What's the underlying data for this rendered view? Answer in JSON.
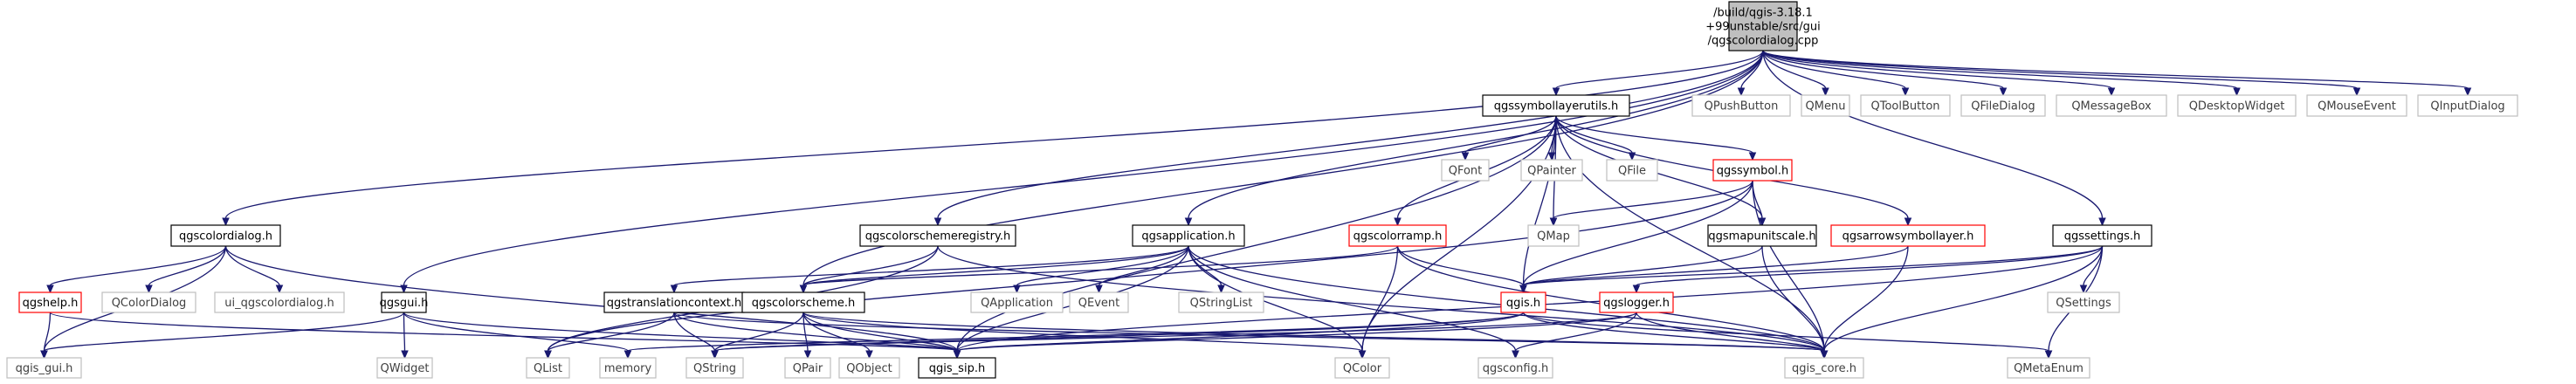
{
  "colors": {
    "edge": "#191970",
    "root_fill": "#bfbfbf",
    "border_black": "#000000",
    "border_red": "#ff0000",
    "border_gray": "#bfbfbf",
    "text_black": "#000000",
    "text_gray": "#404040"
  },
  "nodes": [
    {
      "id": "root",
      "lines": [
        "/build/qgis-3.18.1",
        "+99unstable/src/gui",
        "/qgscolordialog.cpp"
      ],
      "style": "root"
    },
    {
      "id": "qgscolordialog_h",
      "lines": [
        "qgscolordialog.h"
      ],
      "style": "black"
    },
    {
      "id": "qgsguih",
      "lines": [
        "qgsgui.h"
      ],
      "style": "black"
    },
    {
      "id": "qgscolorschemeregistry_h",
      "lines": [
        "qgscolorschemeregistry.h"
      ],
      "style": "black"
    },
    {
      "id": "qgsapplication_h",
      "lines": [
        "qgsapplication.h"
      ],
      "style": "black"
    },
    {
      "id": "qgssymbollayerutils_h",
      "lines": [
        "qgssymbollayerutils.h"
      ],
      "style": "black"
    },
    {
      "id": "QPushButton",
      "lines": [
        "QPushButton"
      ],
      "style": "gray"
    },
    {
      "id": "QMenu",
      "lines": [
        "QMenu"
      ],
      "style": "gray"
    },
    {
      "id": "QToolButton",
      "lines": [
        "QToolButton"
      ],
      "style": "gray"
    },
    {
      "id": "QFileDialog",
      "lines": [
        "QFileDialog"
      ],
      "style": "gray"
    },
    {
      "id": "QMessageBox",
      "lines": [
        "QMessageBox"
      ],
      "style": "gray"
    },
    {
      "id": "QDesktopWidget",
      "lines": [
        "QDesktopWidget"
      ],
      "style": "gray"
    },
    {
      "id": "QMouseEvent",
      "lines": [
        "QMouseEvent"
      ],
      "style": "gray"
    },
    {
      "id": "QInputDialog",
      "lines": [
        "QInputDialog"
      ],
      "style": "gray"
    },
    {
      "id": "qgssettings_h",
      "lines": [
        "qgssettings.h"
      ],
      "style": "black"
    },
    {
      "id": "qgshelp_h",
      "lines": [
        "qgshelp.h"
      ],
      "style": "red"
    },
    {
      "id": "QColorDialog",
      "lines": [
        "QColorDialog"
      ],
      "style": "gray"
    },
    {
      "id": "ui_qgscolordialog_h",
      "lines": [
        "ui_qgscolordialog.h"
      ],
      "style": "gray"
    },
    {
      "id": "qgis_gui_h",
      "lines": [
        "qgis_gui.h"
      ],
      "style": "gray"
    },
    {
      "id": "QWidget",
      "lines": [
        "QWidget"
      ],
      "style": "gray"
    },
    {
      "id": "qgstranslationcontext_h",
      "lines": [
        "qgstranslationcontext.h"
      ],
      "style": "black"
    },
    {
      "id": "qgscolorscheme_h",
      "lines": [
        "qgscolorscheme.h"
      ],
      "style": "black"
    },
    {
      "id": "QApplication",
      "lines": [
        "QApplication"
      ],
      "style": "gray"
    },
    {
      "id": "QEvent",
      "lines": [
        "QEvent"
      ],
      "style": "gray"
    },
    {
      "id": "QStringList",
      "lines": [
        "QStringList"
      ],
      "style": "gray"
    },
    {
      "id": "qgscolorramp_h",
      "lines": [
        "qgscolorramp.h"
      ],
      "style": "red"
    },
    {
      "id": "QFont",
      "lines": [
        "QFont"
      ],
      "style": "gray"
    },
    {
      "id": "QPainter",
      "lines": [
        "QPainter"
      ],
      "style": "gray"
    },
    {
      "id": "QFile",
      "lines": [
        "QFile"
      ],
      "style": "gray"
    },
    {
      "id": "qgssymbol_h",
      "lines": [
        "qgssymbol.h"
      ],
      "style": "red"
    },
    {
      "id": "QMap",
      "lines": [
        "QMap"
      ],
      "style": "gray"
    },
    {
      "id": "qgsmapunitscale_h",
      "lines": [
        "qgsmapunitscale.h"
      ],
      "style": "black"
    },
    {
      "id": "qgsarrowsymbollayer_h",
      "lines": [
        "qgsarrowsymbollayer.h"
      ],
      "style": "red"
    },
    {
      "id": "qgis_h",
      "lines": [
        "qgis.h"
      ],
      "style": "red"
    },
    {
      "id": "QSettings",
      "lines": [
        "QSettings"
      ],
      "style": "gray"
    },
    {
      "id": "qgslogger_h",
      "lines": [
        "qgslogger.h"
      ],
      "style": "red"
    },
    {
      "id": "QList",
      "lines": [
        "QList"
      ],
      "style": "gray"
    },
    {
      "id": "memory",
      "lines": [
        "memory"
      ],
      "style": "gray"
    },
    {
      "id": "QString",
      "lines": [
        "QString"
      ],
      "style": "gray"
    },
    {
      "id": "QPair",
      "lines": [
        "QPair"
      ],
      "style": "gray"
    },
    {
      "id": "QObject",
      "lines": [
        "QObject"
      ],
      "style": "gray"
    },
    {
      "id": "qgis_sip_h",
      "lines": [
        "qgis_sip.h"
      ],
      "style": "black"
    },
    {
      "id": "QColor",
      "lines": [
        "QColor"
      ],
      "style": "gray"
    },
    {
      "id": "qgsconfig_h",
      "lines": [
        "qgsconfig.h"
      ],
      "style": "gray"
    },
    {
      "id": "qgis_core_h",
      "lines": [
        "qgis_core.h"
      ],
      "style": "gray"
    },
    {
      "id": "QMetaEnum",
      "lines": [
        "QMetaEnum"
      ],
      "style": "gray"
    }
  ],
  "edges": [
    [
      "root",
      "qgscolordialog_h"
    ],
    [
      "root",
      "qgsguih"
    ],
    [
      "root",
      "qgscolorschemeregistry_h"
    ],
    [
      "root",
      "qgsapplication_h"
    ],
    [
      "root",
      "qgssymbollayerutils_h"
    ],
    [
      "root",
      "QPushButton"
    ],
    [
      "root",
      "QMenu"
    ],
    [
      "root",
      "QToolButton"
    ],
    [
      "root",
      "QFileDialog"
    ],
    [
      "root",
      "QMessageBox"
    ],
    [
      "root",
      "QDesktopWidget"
    ],
    [
      "root",
      "QMouseEvent"
    ],
    [
      "root",
      "QInputDialog"
    ],
    [
      "root",
      "qgssettings_h"
    ],
    [
      "root",
      "qgscolorscheme_h"
    ],
    [
      "qgscolordialog_h",
      "qgshelp_h"
    ],
    [
      "qgscolordialog_h",
      "QColorDialog"
    ],
    [
      "qgscolordialog_h",
      "ui_qgscolordialog_h"
    ],
    [
      "qgscolordialog_h",
      "qgis_gui_h"
    ],
    [
      "qgscolordialog_h",
      "qgis_sip_h"
    ],
    [
      "qgshelp_h",
      "qgis_gui_h"
    ],
    [
      "qgshelp_h",
      "qgis_sip_h"
    ],
    [
      "qgsguih",
      "qgis_gui_h"
    ],
    [
      "qgsguih",
      "QWidget"
    ],
    [
      "qgsguih",
      "memory"
    ],
    [
      "qgsguih",
      "qgis_sip_h"
    ],
    [
      "qgscolorschemeregistry_h",
      "qgscolorscheme_h"
    ],
    [
      "qgscolorschemeregistry_h",
      "QList"
    ],
    [
      "qgscolorschemeregistry_h",
      "qgis_core_h"
    ],
    [
      "qgsapplication_h",
      "qgstranslationcontext_h"
    ],
    [
      "qgsapplication_h",
      "qgscolorscheme_h"
    ],
    [
      "qgsapplication_h",
      "QApplication"
    ],
    [
      "qgsapplication_h",
      "QEvent"
    ],
    [
      "qgsapplication_h",
      "QStringList"
    ],
    [
      "qgsapplication_h",
      "qgis_sip_h"
    ],
    [
      "qgsapplication_h",
      "QColor"
    ],
    [
      "qgsapplication_h",
      "qgsconfig_h"
    ],
    [
      "qgsapplication_h",
      "qgis_core_h"
    ],
    [
      "qgssymbollayerutils_h",
      "qgscolorramp_h"
    ],
    [
      "qgssymbollayerutils_h",
      "QFont"
    ],
    [
      "qgssymbollayerutils_h",
      "QPainter"
    ],
    [
      "qgssymbollayerutils_h",
      "QFile"
    ],
    [
      "qgssymbollayerutils_h",
      "qgssymbol_h"
    ],
    [
      "qgssymbollayerutils_h",
      "QMap"
    ],
    [
      "qgssymbollayerutils_h",
      "qgsmapunitscale_h"
    ],
    [
      "qgssymbollayerutils_h",
      "qgsarrowsymbollayer_h"
    ],
    [
      "qgssymbollayerutils_h",
      "qgis_h"
    ],
    [
      "qgssymbollayerutils_h",
      "QColor"
    ],
    [
      "qgssymbollayerutils_h",
      "qgis_sip_h"
    ],
    [
      "qgssymbollayerutils_h",
      "qgis_core_h"
    ],
    [
      "qgssymbol_h",
      "QList"
    ],
    [
      "qgssymbol_h",
      "QMap"
    ],
    [
      "qgssymbol_h",
      "qgsmapunitscale_h"
    ],
    [
      "qgssymbol_h",
      "qgis_h"
    ],
    [
      "qgssymbol_h",
      "qgis_core_h"
    ],
    [
      "qgscolorramp_h",
      "qgscolorscheme_h"
    ],
    [
      "qgscolorramp_h",
      "qgis_h"
    ],
    [
      "qgscolorramp_h",
      "QColor"
    ],
    [
      "qgscolorramp_h",
      "qgis_core_h"
    ],
    [
      "qgsmapunitscale_h",
      "qgis_h"
    ],
    [
      "qgsmapunitscale_h",
      "qgis_core_h"
    ],
    [
      "qgsarrowsymbollayer_h",
      "qgis_h"
    ],
    [
      "qgsarrowsymbollayer_h",
      "qgis_core_h"
    ],
    [
      "qgssettings_h",
      "QSettings"
    ],
    [
      "qgssettings_h",
      "qgis_h"
    ],
    [
      "qgssettings_h",
      "qgslogger_h"
    ],
    [
      "qgssettings_h",
      "QMetaEnum"
    ],
    [
      "qgssettings_h",
      "qgis_core_h"
    ],
    [
      "qgssettings_h",
      "qgis_sip_h"
    ],
    [
      "qgstranslationcontext_h",
      "QList"
    ],
    [
      "qgstranslationcontext_h",
      "QString"
    ],
    [
      "qgstranslationcontext_h",
      "qgis_sip_h"
    ],
    [
      "qgstranslationcontext_h",
      "qgis_core_h"
    ],
    [
      "qgscolorscheme_h",
      "QString"
    ],
    [
      "qgscolorscheme_h",
      "QPair"
    ],
    [
      "qgscolorscheme_h",
      "QObject"
    ],
    [
      "qgscolorscheme_h",
      "qgis_sip_h"
    ],
    [
      "qgscolorscheme_h",
      "QColor"
    ],
    [
      "qgscolorscheme_h",
      "qgis_core_h"
    ],
    [
      "qgis_h",
      "QString"
    ],
    [
      "qgis_h",
      "memory"
    ],
    [
      "qgis_h",
      "qgis_sip_h"
    ],
    [
      "qgis_h",
      "qgis_core_h"
    ],
    [
      "qgis_h",
      "QMetaEnum"
    ],
    [
      "qgslogger_h",
      "QString"
    ],
    [
      "qgslogger_h",
      "qgsconfig_h"
    ],
    [
      "qgslogger_h",
      "qgis_core_h"
    ],
    [
      "qgslogger_h",
      "qgis_sip_h"
    ]
  ]
}
